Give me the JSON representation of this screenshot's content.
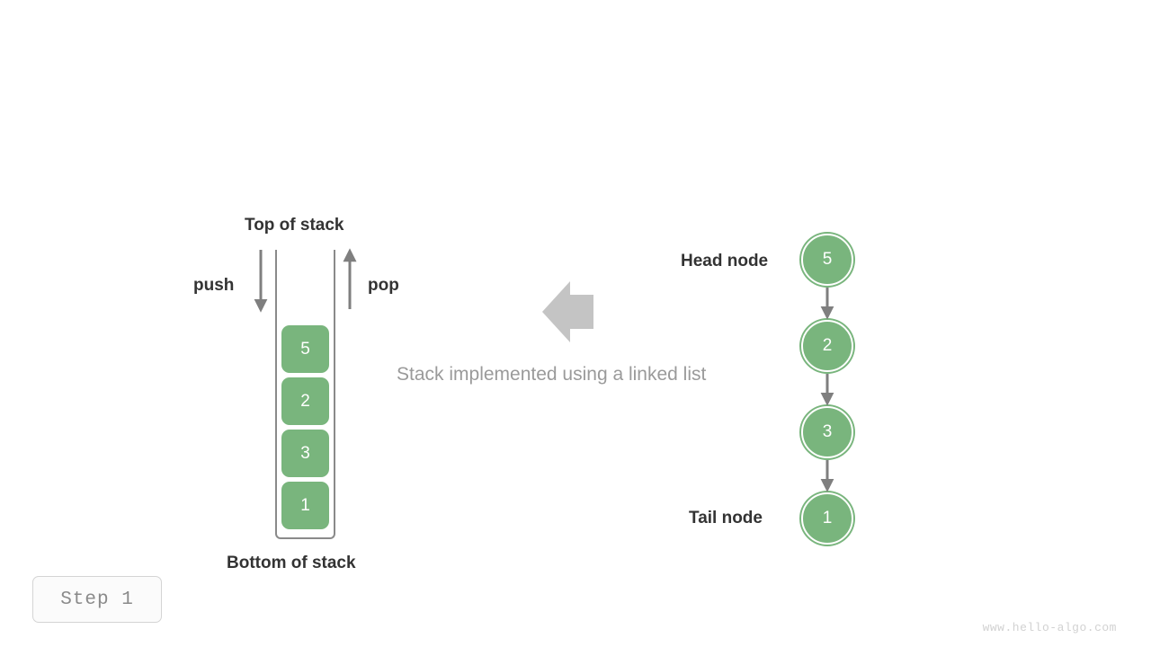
{
  "diagram": {
    "caption": "Stack implemented using a linked list",
    "colors": {
      "node_green": "#79b57d",
      "arrow_gray": "#7f7f7f",
      "big_arrow_gray": "#c4c4c4",
      "text_dark": "#333333",
      "text_muted": "#9a9a9a"
    },
    "stack": {
      "top_label": "Top of stack",
      "bottom_label": "Bottom of stack",
      "push_label": "push",
      "pop_label": "pop",
      "cells": [
        {
          "value": "5"
        },
        {
          "value": "2"
        },
        {
          "value": "3"
        },
        {
          "value": "1"
        }
      ],
      "push_arrow_icon": "arrow-down-icon",
      "pop_arrow_icon": "arrow-up-icon"
    },
    "linked_list": {
      "head_label": "Head node",
      "tail_label": "Tail node",
      "nodes": [
        {
          "value": "5"
        },
        {
          "value": "2"
        },
        {
          "value": "3"
        },
        {
          "value": "1"
        }
      ],
      "link_icon": "arrow-down-icon"
    },
    "transform_arrow_icon": "arrow-left-icon"
  },
  "footer": {
    "step_badge": "Step 1",
    "watermark": "www.hello-algo.com"
  }
}
